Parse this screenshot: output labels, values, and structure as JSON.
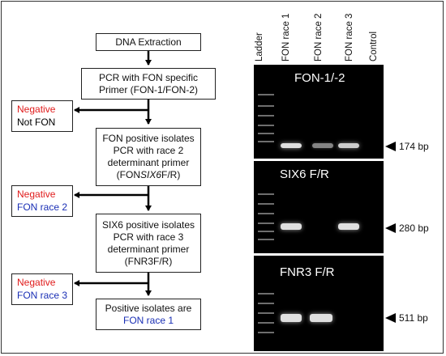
{
  "flowchart": {
    "step1": "DNA Extraction",
    "step2_line1": "PCR with FON specific",
    "step2_line2": "Primer (FON-1/FON-2)",
    "step3_line1": "FON positive isolates",
    "step3_line2": "PCR with race 2",
    "step3_line3": "determinant primer",
    "step3_line4_pre": "(FON",
    "step3_line4_italic": "SIX6",
    "step3_line4_post": "F/R)",
    "step4_line1": "SIX6 positive isolates",
    "step4_line2": "PCR with race 3",
    "step4_line3": "determinant primer",
    "step4_line4": "(FNR3F/R)",
    "step5_line1": "Positive isolates are",
    "step5_line2": "FON race 1",
    "neg1_label": "Negative",
    "neg1_result": "Not FON",
    "neg2_label": "Negative",
    "neg2_result": "FON race 2",
    "neg3_label": "Negative",
    "neg3_result": "FON race 3"
  },
  "lanes": [
    "Ladder",
    "FON race 1",
    "FON race 2",
    "FON race 3",
    "Control"
  ],
  "gels": [
    {
      "title": "FON-1/-2",
      "size_label": "174 bp",
      "bands": [
        0,
        1.0,
        0.45,
        0.9,
        0
      ]
    },
    {
      "title": "SIX6 F/R",
      "size_label": "280 bp",
      "bands": [
        0,
        1.0,
        0,
        1.0,
        0
      ]
    },
    {
      "title": "FNR3 F/R",
      "size_label": "511 bp",
      "bands": [
        0,
        1.0,
        1.0,
        0,
        0
      ]
    }
  ],
  "colors": {
    "negative": "#e01b1b",
    "race": "#1a2fb5",
    "gel_background": "#000000"
  }
}
